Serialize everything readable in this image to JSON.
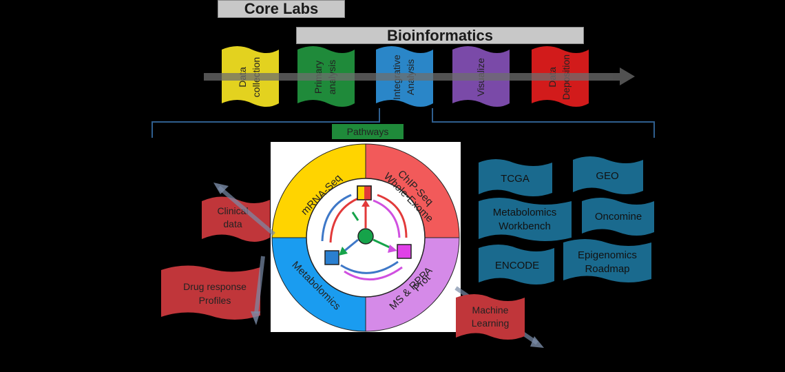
{
  "header": {
    "core_labs": "Core Labs",
    "bioinformatics": "Bioinformatics"
  },
  "pipeline": {
    "steps": [
      {
        "line1": "Data",
        "line2": "collection",
        "color": "#e3d21f"
      },
      {
        "line1": "Primary",
        "line2": "analysis",
        "color": "#1f8a3a"
      },
      {
        "line1": "Integrative",
        "line2": "Analysis",
        "color": "#2a86c8"
      },
      {
        "line1": "Visualize",
        "line2": "",
        "color": "#7a4aa8"
      },
      {
        "line1": "Data",
        "line2": "Deposition",
        "color": "#d21b1b"
      }
    ]
  },
  "pathways_label": "Pathways",
  "partial_letter": "P",
  "wheel": {
    "quadrants": [
      {
        "label1": "mRNA-Seq",
        "label2": "",
        "color": "#ffd400"
      },
      {
        "label1": "ChIP-Seq",
        "label2": "Whole-Exome",
        "color": "#f25a5a"
      },
      {
        "label1": "Metabolomics",
        "label2": "",
        "color": "#1a9cf0"
      },
      {
        "label1": "MS & RPPA",
        "label2": "Prot",
        "color": "#d58ae8"
      }
    ]
  },
  "left_boxes": {
    "clinical_line1": "Clinical",
    "clinical_line2": "data",
    "drug_line1": "Drug response",
    "drug_line2": "Profiles"
  },
  "ml_box": {
    "line1": "Machine",
    "line2": "Learning"
  },
  "databases": {
    "tcga": "TCGA",
    "geo": "GEO",
    "metabolomics_line1": "Metabolomics",
    "metabolomics_line2": "Workbench",
    "oncomine": "Oncomine",
    "encode": "ENCODE",
    "epi_line1": "Epigenomics",
    "epi_line2": "Roadmap"
  },
  "colors": {
    "db_blue": "#1a6a8e",
    "box_red": "#c0363a",
    "pathways_green": "#1f8a3a"
  }
}
